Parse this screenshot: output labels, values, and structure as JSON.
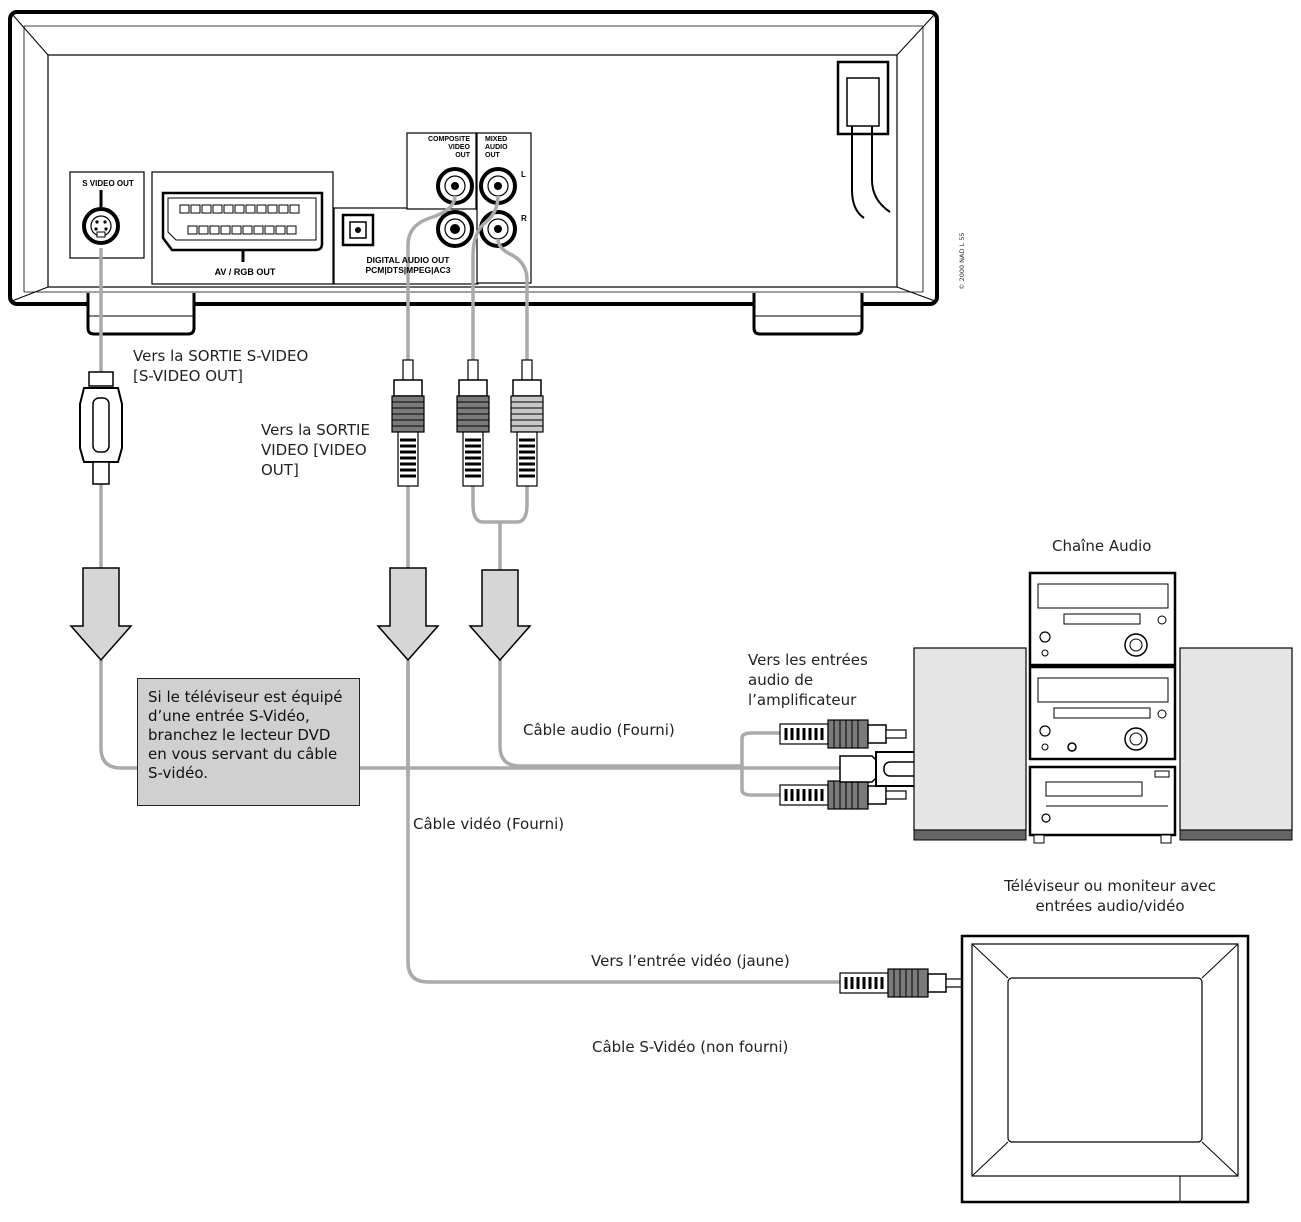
{
  "device": {
    "s_video_out": "S VIDEO OUT",
    "av_rgb_out": "AV / RGB OUT",
    "composite_video_out": "COMPOSITE\nVIDEO\nOUT",
    "mixed_audio_out": "MIXED\nAUDIO\nOUT",
    "channel_l": "L",
    "channel_r": "R",
    "digital_audio_out": "DIGITAL AUDIO OUT",
    "digital_formats": "PCM|DTS|MPEG|AC3",
    "copyright": "© 2000 NAD L 55"
  },
  "labels": {
    "to_s_video_out": "Vers la SORTIE S-VIDEO\n[S-VIDEO OUT]",
    "to_video_out": "Vers la SORTIE\nVIDEO [VIDEO\nOUT]",
    "audio_system": "Chaîne Audio",
    "to_amp_inputs": "Vers les entrées\naudio de\nl’amplificateur",
    "audio_cable": "Câble audio (Fourni)",
    "video_cable": "Câble vidéo (Fourni)",
    "tv_monitor": "Téléviseur ou moniteur avec\nentrées audio/vidéo",
    "to_video_input": "Vers l’entrée vidéo (jaune)",
    "s_video_cable": "Câble S-Vidéo (non fourni)"
  },
  "note": "Si le téléviseur est équipé\nd’une entrée S-Vidéo,\nbranchez le lecteur DVD\nen vous servant du câble\nS-vidéo.",
  "icons": [
    "s-video-jack-icon",
    "scart-connector-icon",
    "rca-jack-icon",
    "optical-jack-icon",
    "power-cord-icon",
    "down-arrow-icon",
    "rca-plug-icon",
    "s-video-plug-icon",
    "stereo-system-icon",
    "television-icon"
  ]
}
